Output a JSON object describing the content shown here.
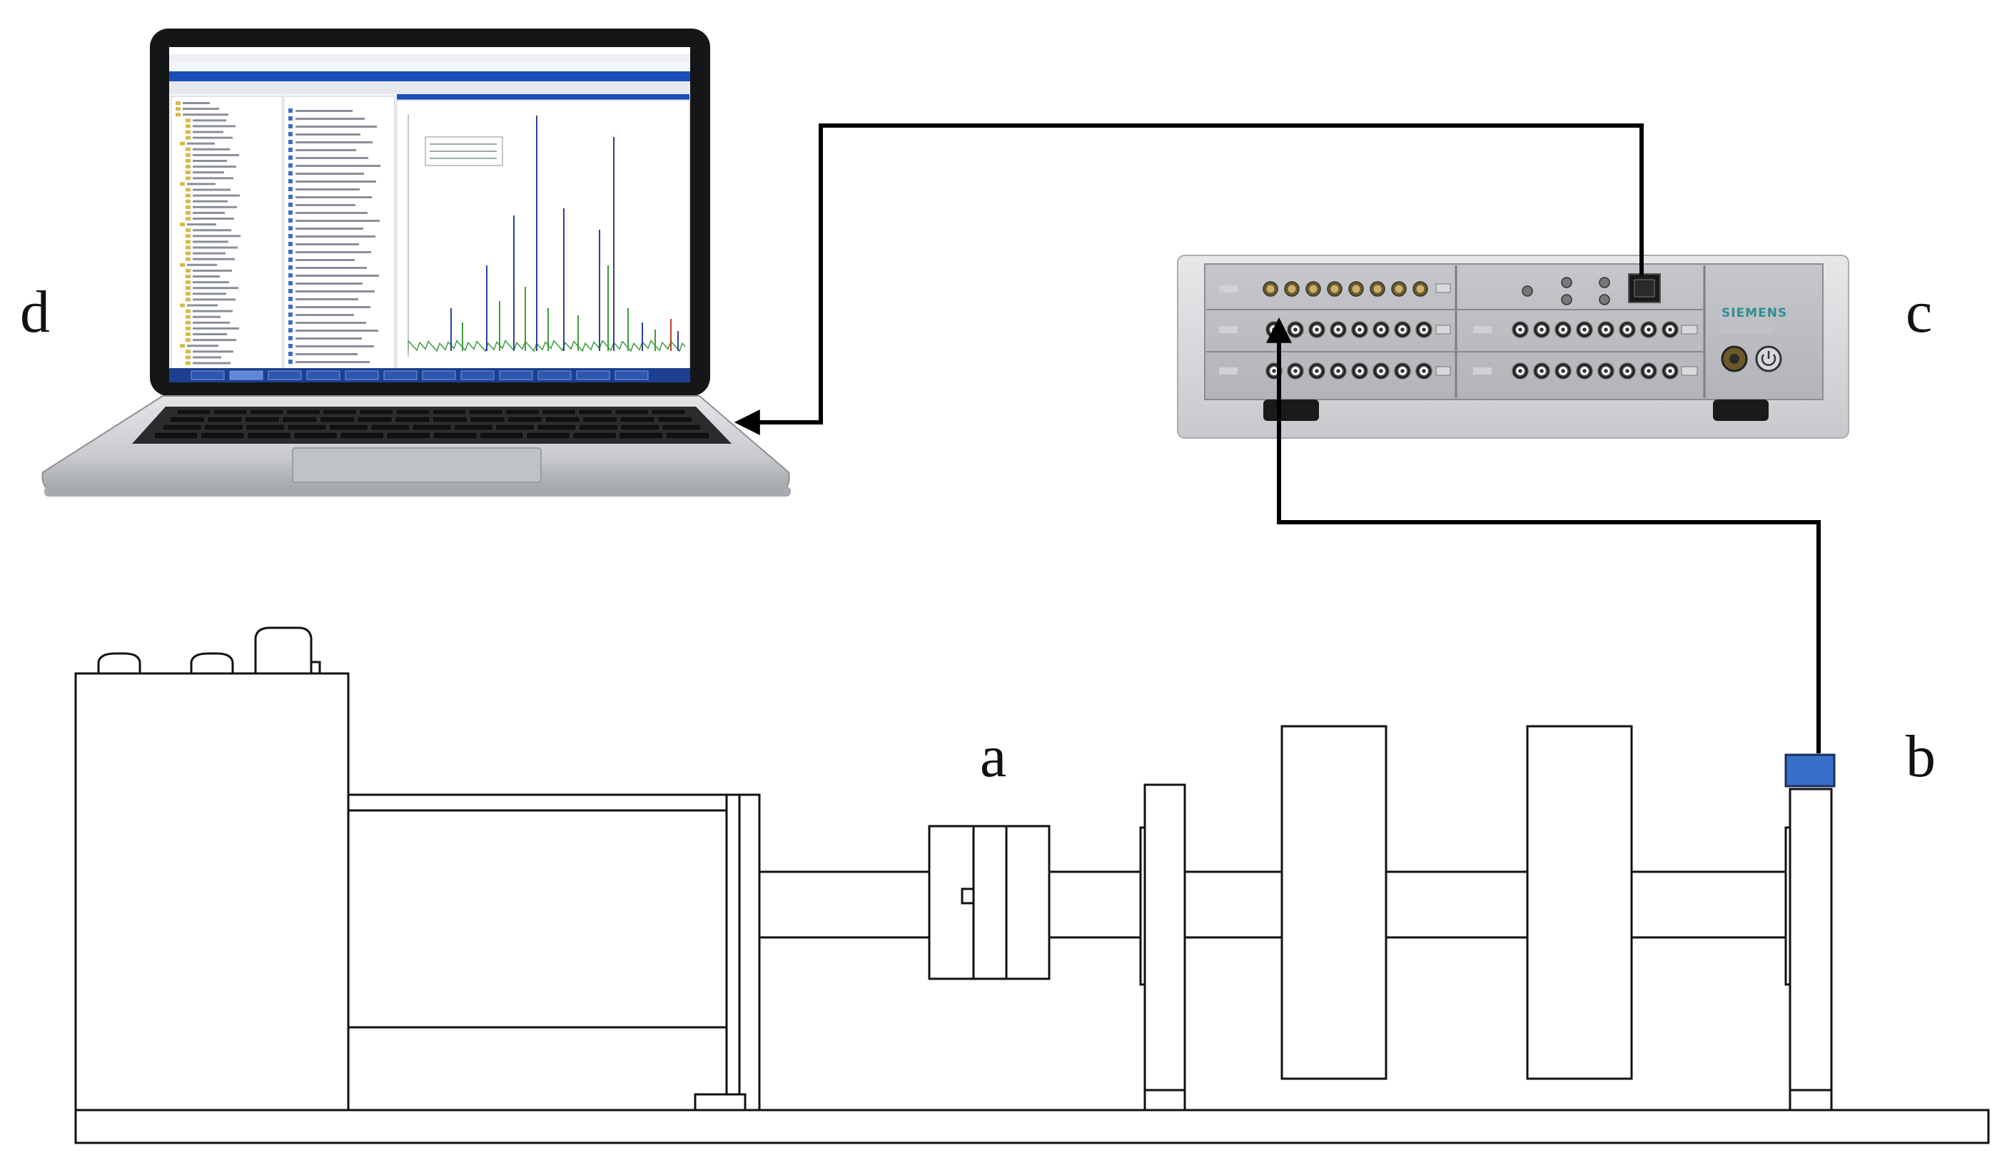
{
  "labels": {
    "a": "a",
    "b": "b",
    "c": "c",
    "d": "d"
  },
  "device": {
    "brand": "SIEMENS"
  },
  "colors": {
    "sensor": "#3a6fc9",
    "screen_accent": "#1a4fb8",
    "spectrum_blue": "#2f3f9e",
    "spectrum_green": "#3e9a3e",
    "spectrum_red": "#c0392b",
    "siemens_teal": "#2e8e95"
  }
}
